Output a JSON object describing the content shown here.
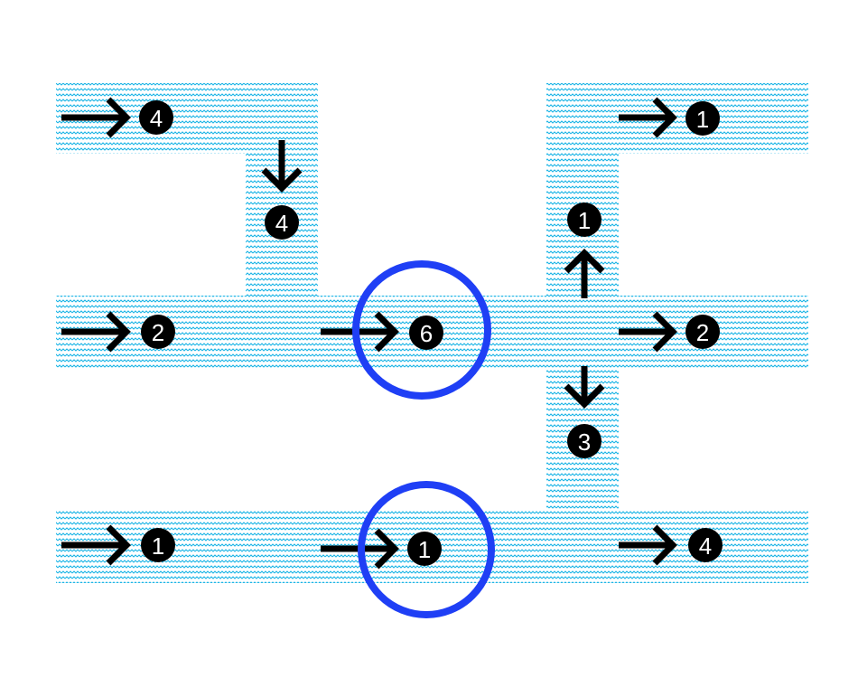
{
  "colors": {
    "band": "#19b4e6",
    "arrow": "#000000",
    "highlight": "#1f3ff5"
  },
  "nodes": [
    {
      "id": "top-left-out",
      "value": "4",
      "arrow": "right"
    },
    {
      "id": "top-left-down",
      "value": "4",
      "arrow": "down"
    },
    {
      "id": "middle-left-in",
      "value": "2",
      "arrow": "right"
    },
    {
      "id": "middle-center",
      "value": "6",
      "arrow": "right",
      "highlighted": true
    },
    {
      "id": "bottom-left-in",
      "value": "1",
      "arrow": "right"
    },
    {
      "id": "bottom-center",
      "value": "1",
      "arrow": "right",
      "highlighted": true
    },
    {
      "id": "top-right-out",
      "value": "1",
      "arrow": "right"
    },
    {
      "id": "right-up",
      "value": "1",
      "arrow": "up"
    },
    {
      "id": "middle-right-out",
      "value": "2",
      "arrow": "right"
    },
    {
      "id": "right-down",
      "value": "3",
      "arrow": "down"
    },
    {
      "id": "bottom-right-out",
      "value": "4",
      "arrow": "right"
    }
  ]
}
